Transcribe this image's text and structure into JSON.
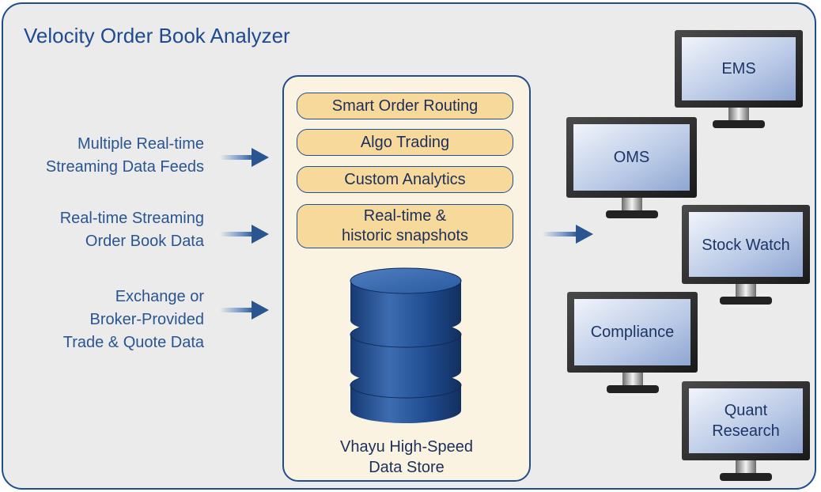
{
  "title": "Velocity Order Book Analyzer",
  "feeds": [
    {
      "line1": "Multiple Real-time",
      "line2": "Streaming Data Feeds"
    },
    {
      "line1": "Real-time Streaming",
      "line2": "Order Book Data"
    },
    {
      "line1": "Exchange or",
      "line2": "Broker-Provided",
      "line3": "Trade & Quote Data"
    }
  ],
  "center": {
    "modules": [
      "Smart Order Routing",
      "Algo Trading",
      "Custom Analytics"
    ],
    "snapshots": {
      "line1": "Real-time &",
      "line2": "historic snapshots"
    },
    "store": {
      "line1": "Vhayu High-Speed",
      "line2": "Data Store"
    }
  },
  "outputs": [
    {
      "line1": "EMS"
    },
    {
      "line1": "OMS"
    },
    {
      "line1": "Stock Watch"
    },
    {
      "line1": "Compliance"
    },
    {
      "line1": "Quant",
      "line2": "Research"
    }
  ],
  "colors": {
    "frame_border": "#1f4e8f",
    "background": "#ebebeb",
    "pill_fill": "#f8d99c",
    "center_fill": "#fbf3e1",
    "text_blue": "#2a5590",
    "database": "#1f4b8f"
  }
}
